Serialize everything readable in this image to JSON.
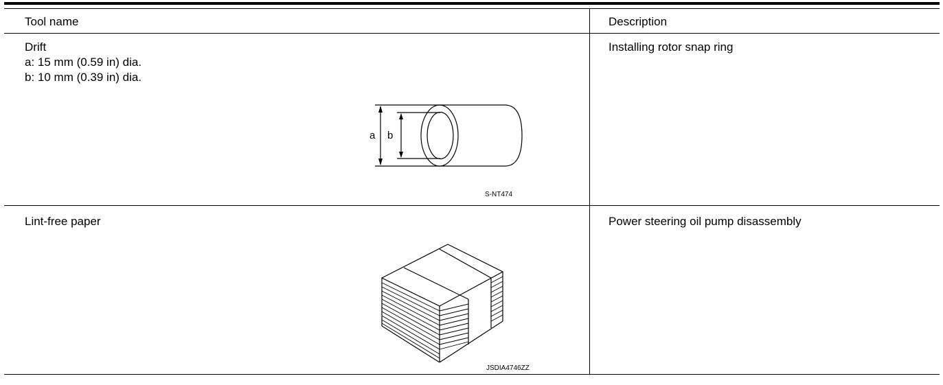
{
  "table": {
    "headers": {
      "tool_name": "Tool name",
      "description": "Description"
    },
    "rows": [
      {
        "tool_name": "Drift",
        "specs": [
          "a: 15 mm (0.59 in) dia.",
          "b: 10 mm (0.39 in) dia."
        ],
        "description": "Installing rotor snap ring",
        "figure": {
          "labels": [
            "a",
            "b"
          ],
          "code": "S-NT474"
        }
      },
      {
        "tool_name": "Lint-free paper",
        "description": "Power steering oil pump disassembly",
        "figure": {
          "code": "JSDIA4746ZZ"
        }
      }
    ]
  }
}
